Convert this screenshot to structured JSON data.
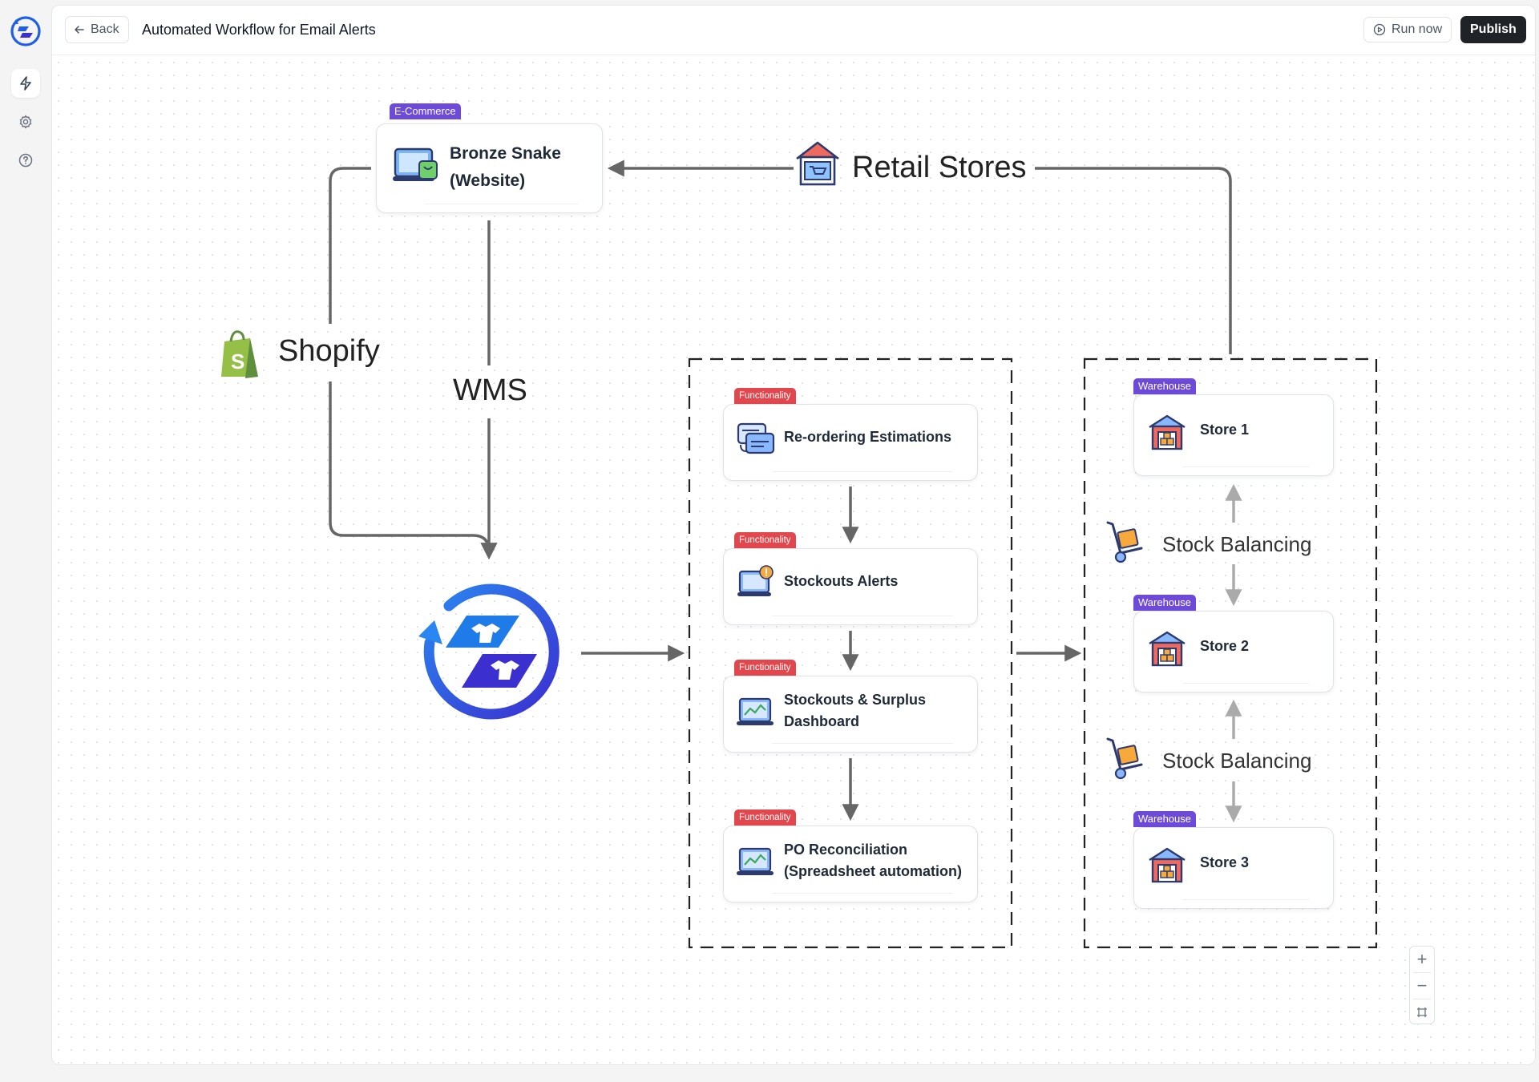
{
  "header": {
    "back_label": "Back",
    "title": "Automated Workflow for Email Alerts",
    "run_label": "Run now",
    "publish_label": "Publish"
  },
  "rail": {
    "items": [
      {
        "name": "lightning-icon",
        "active": true
      },
      {
        "name": "gear-icon",
        "active": false
      },
      {
        "name": "help-icon",
        "active": false
      }
    ]
  },
  "diagram": {
    "website": {
      "tag": "E-Commerce",
      "label_line1": "Bronze Snake",
      "label_line2": "(Website)"
    },
    "retail_stores_label": "Retail Stores",
    "shopify_label": "Shopify",
    "wms_label": "WMS",
    "functionalities": [
      {
        "tag": "Functionality",
        "line1": "Re-ordering Estimations",
        "line2": ""
      },
      {
        "tag": "Functionality",
        "line1": "Stockouts Alerts",
        "line2": ""
      },
      {
        "tag": "Functionality",
        "line1": "Stockouts & Surplus",
        "line2": "Dashboard"
      },
      {
        "tag": "Functionality",
        "line1": "PO Reconciliation",
        "line2": "(Spreadsheet automation)"
      }
    ],
    "warehouses": [
      {
        "tag": "Warehouse",
        "label": "Store 1"
      },
      {
        "tag": "Warehouse",
        "label": "Store 2"
      },
      {
        "tag": "Warehouse",
        "label": "Store 3"
      }
    ],
    "stock_balancing_labels": [
      "Stock Balancing",
      "Stock Balancing"
    ]
  },
  "zoom_controls": {
    "zoom_in": "+",
    "zoom_out": "−"
  },
  "colors": {
    "brand_blue": "#1f5fe8",
    "tag_purple": "#6d4ad8",
    "tag_red": "#e2474d",
    "publish_dark": "#1f2328",
    "shopify_green": "#5e8e3e"
  }
}
